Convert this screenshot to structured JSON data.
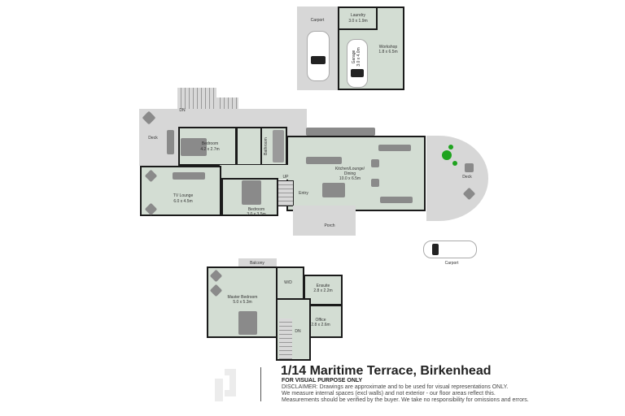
{
  "rooms": {
    "carport_top": "Carport",
    "laundry": "Laundry",
    "laundry_size": "3.0 x 1.9m",
    "garage": "Garage",
    "garage_size": "3.0 x 4.0m",
    "workshop": "Workshop",
    "workshop_size": "1.8 x 6.5m",
    "deck_west": "Deck",
    "dn_top": "DN",
    "bedroom1": "Bedroom",
    "bedroom1_size": "4.2 x 2.7m",
    "bathroom": "Bathroom",
    "kitchen": "Kitchen/Lounge/",
    "kitchen2": "Dining",
    "kitchen_size": "10.0 x 6.5m",
    "deck_east": "Deck",
    "tv_lounge": "TV Lounge",
    "tv_lounge_size": "6.0 x 4.5m",
    "bedroom2": "Bedroom",
    "bedroom2_size": "3.0 x 3.5m",
    "up": "UP",
    "entry": "Entry",
    "porch": "Porch",
    "carport_bottom": "Carport",
    "balcony": "Balcony",
    "master": "Master Bedroom",
    "master_size": "5.0 x 5.3m",
    "wd": "W/D",
    "ensuite": "Ensuite",
    "ensuite_size": "2.8 x 2.2m",
    "office": "Office",
    "office_size": "2.8 x 2.6m",
    "dn_upper": "DN"
  },
  "footer": {
    "title": "1/14 Maritime Terrace, Birkenhead",
    "subtitle": "FOR VISUAL PURPOSE ONLY",
    "disclaimer": [
      "DISCLAIMER:  Drawings are approximate and to be used for visual representations ONLY.",
      "We measure internal spaces (excl walls) and not exterior - our floor areas reflect this.",
      "Measurements should be verified by the buyer. We take no responsibility for omissions and errors."
    ]
  },
  "colors": {
    "room": "#d3ddd3",
    "outdoor": "#d7d7d7",
    "wall": "#1a1a1a",
    "plant": "#1fa31f"
  }
}
